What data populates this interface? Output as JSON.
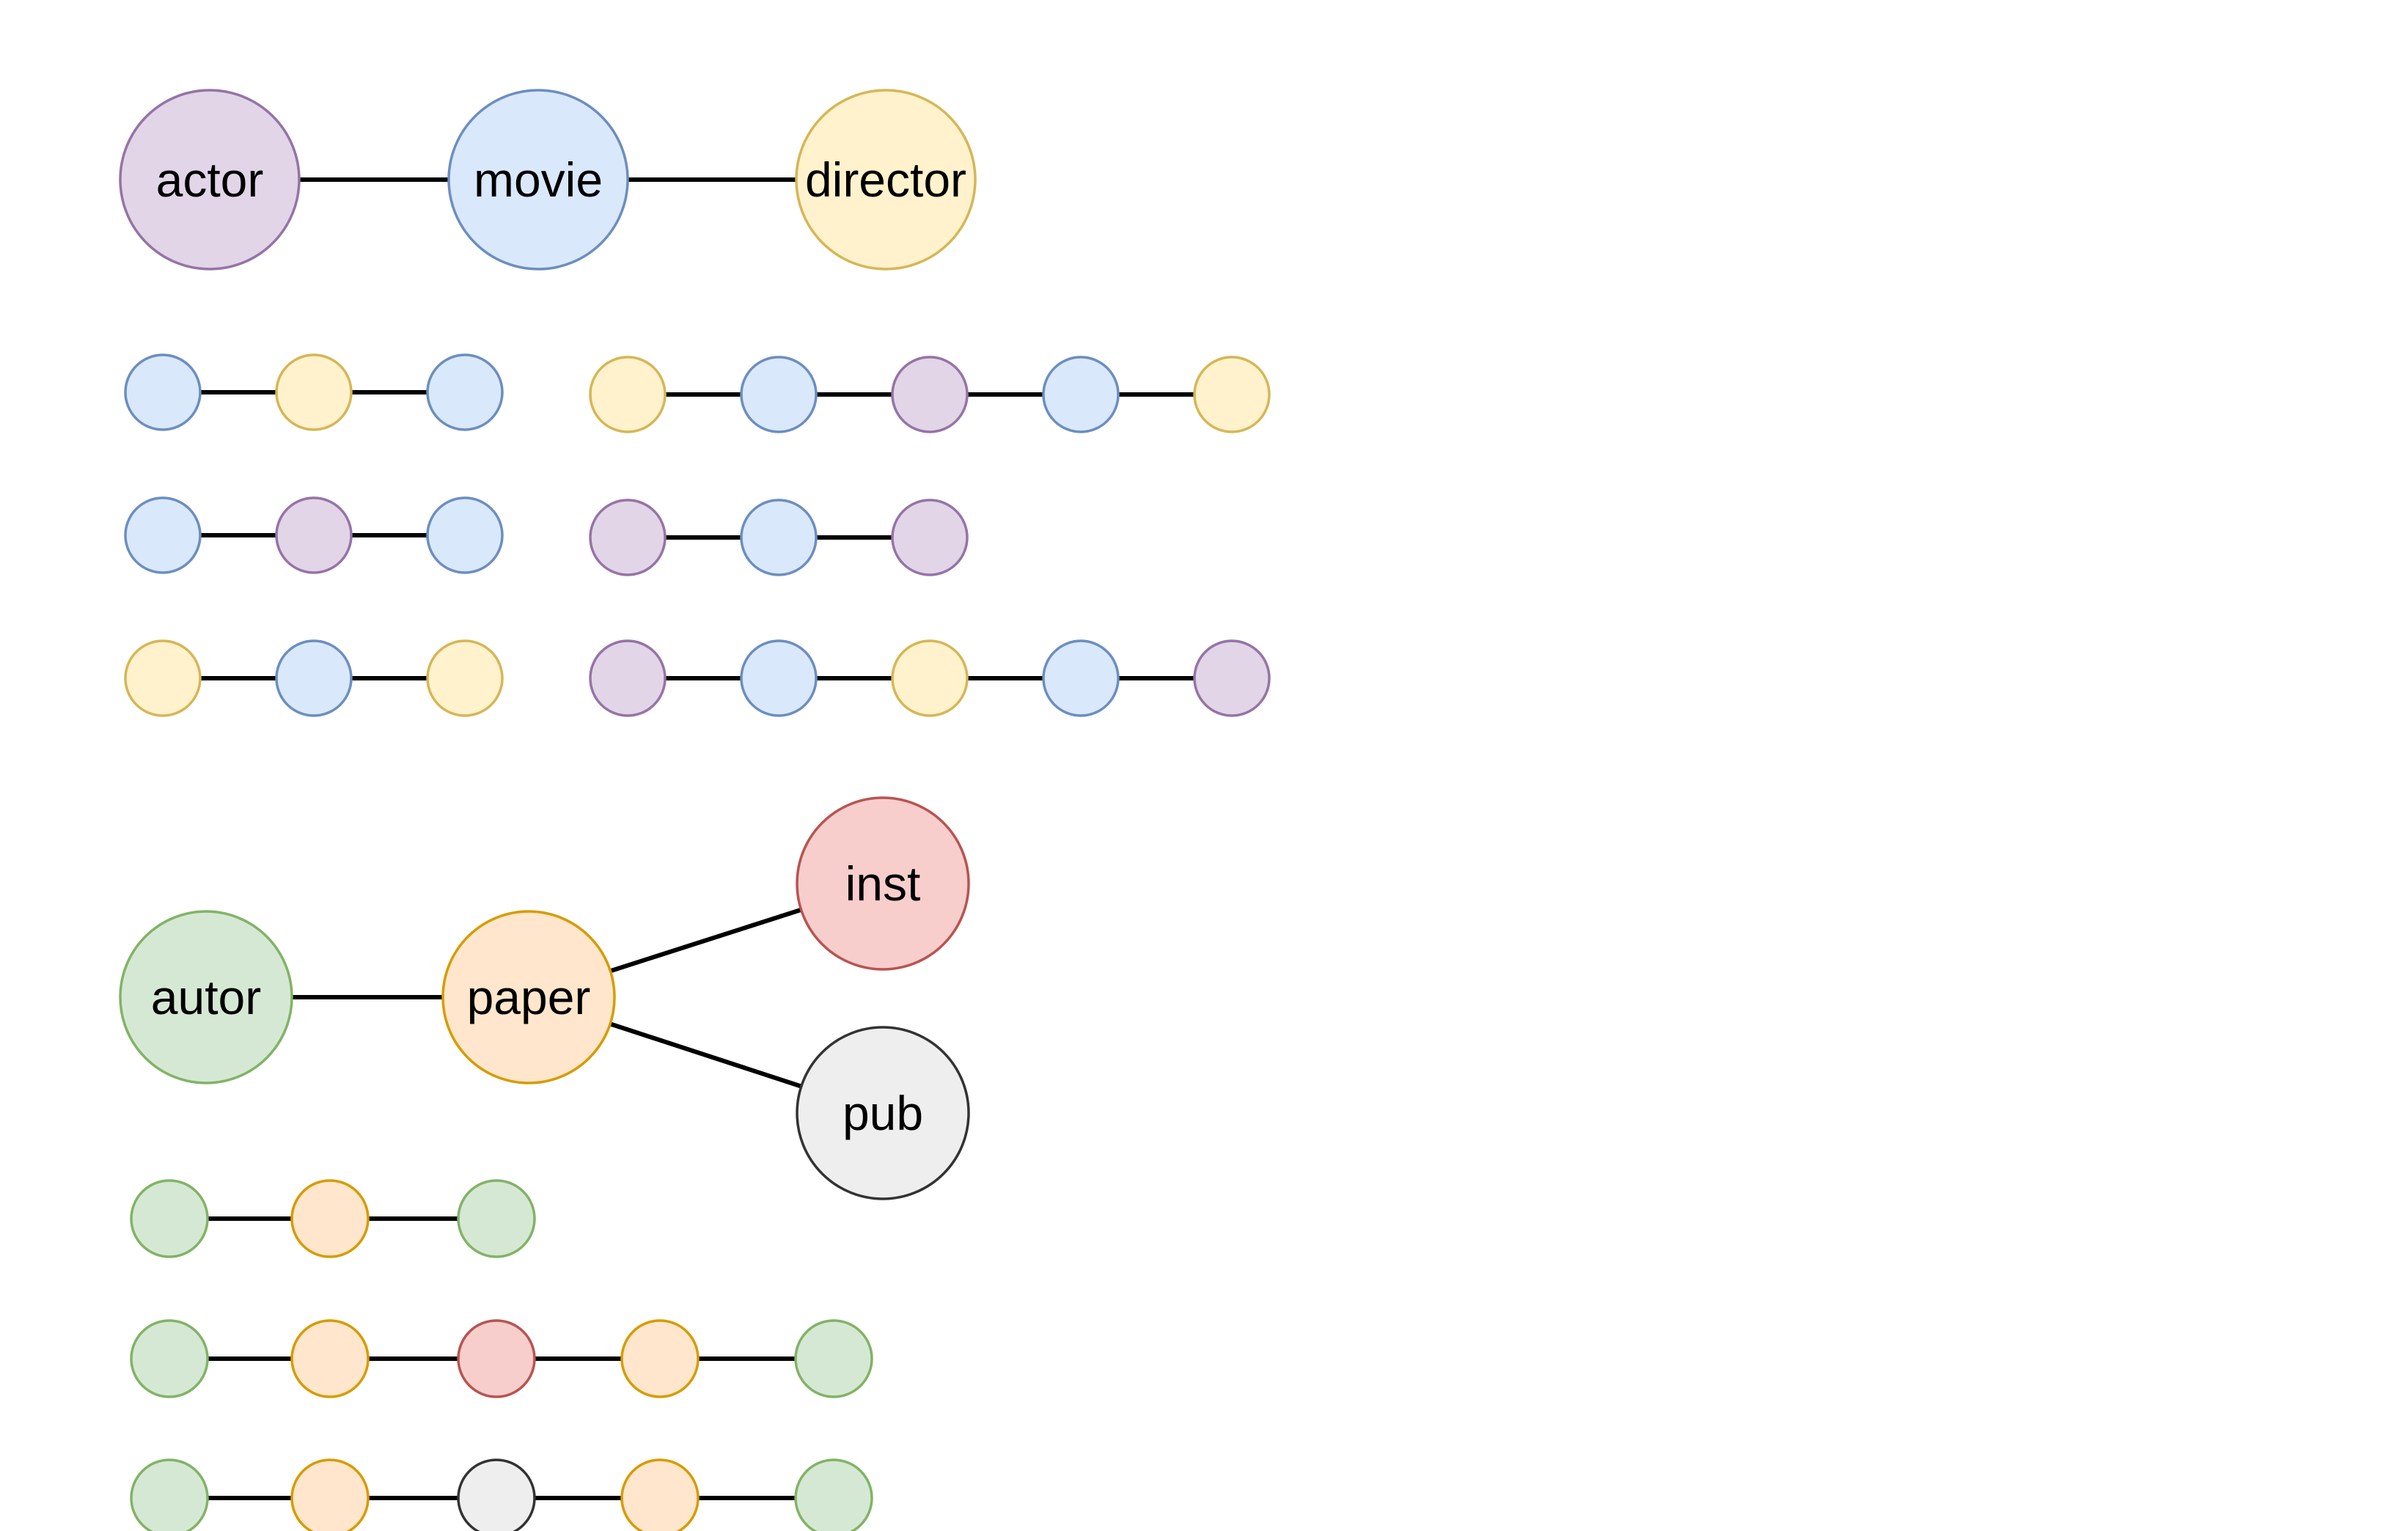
{
  "colors": {
    "purple": {
      "fill": "#e1d5e7",
      "stroke": "#9673a6"
    },
    "blue": {
      "fill": "#dae8fc",
      "stroke": "#6c8ebf"
    },
    "yellow": {
      "fill": "#fff2cc",
      "stroke": "#d6b656"
    },
    "green": {
      "fill": "#d5e8d4",
      "stroke": "#82b366"
    },
    "orange": {
      "fill": "#ffe6cc",
      "stroke": "#d79b00"
    },
    "red": {
      "fill": "#f8cecc",
      "stroke": "#b85450"
    },
    "gray": {
      "fill": "#eeeeee",
      "stroke": "#333333"
    }
  },
  "schemas": {
    "movie": {
      "nodes": [
        {
          "id": "actor",
          "label": "actor",
          "color": "purple"
        },
        {
          "id": "movie",
          "label": "movie",
          "color": "blue"
        },
        {
          "id": "director",
          "label": "director",
          "color": "yellow"
        }
      ],
      "edges": [
        [
          "actor",
          "movie"
        ],
        [
          "movie",
          "director"
        ]
      ]
    },
    "paper": {
      "nodes": [
        {
          "id": "autor",
          "label": "autor",
          "color": "green"
        },
        {
          "id": "paper",
          "label": "paper",
          "color": "orange"
        },
        {
          "id": "inst",
          "label": "inst",
          "color": "red"
        },
        {
          "id": "pub",
          "label": "pub",
          "color": "gray"
        }
      ],
      "edges": [
        [
          "autor",
          "paper"
        ],
        [
          "paper",
          "inst"
        ],
        [
          "paper",
          "pub"
        ]
      ]
    }
  },
  "metapaths": {
    "movie": [
      [
        "blue",
        "yellow",
        "blue"
      ],
      [
        "blue",
        "purple",
        "blue"
      ],
      [
        "yellow",
        "blue",
        "yellow"
      ],
      [
        "yellow",
        "blue",
        "purple",
        "blue",
        "yellow"
      ],
      [
        "purple",
        "blue",
        "purple"
      ],
      [
        "purple",
        "blue",
        "yellow",
        "blue",
        "purple"
      ]
    ],
    "paper": [
      [
        "green",
        "orange",
        "green"
      ],
      [
        "green",
        "orange",
        "red",
        "orange",
        "green"
      ],
      [
        "green",
        "orange",
        "gray",
        "orange",
        "green"
      ]
    ]
  }
}
